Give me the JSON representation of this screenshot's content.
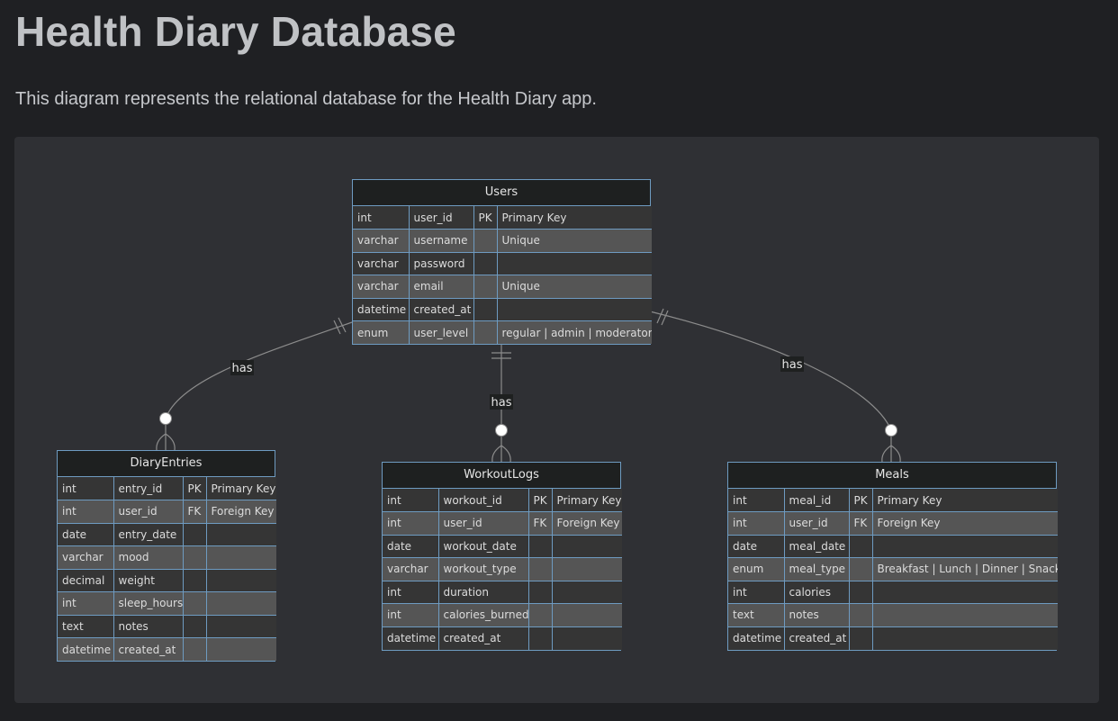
{
  "page": {
    "title": "Health Diary Database",
    "description": "This diagram represents the relational database for the Health Diary app."
  },
  "entities": {
    "users": {
      "name": "Users",
      "rows": [
        {
          "type": "int",
          "field": "user_id",
          "key": "PK",
          "note": "Primary Key"
        },
        {
          "type": "varchar",
          "field": "username",
          "key": "",
          "note": "Unique"
        },
        {
          "type": "varchar",
          "field": "password",
          "key": "",
          "note": ""
        },
        {
          "type": "varchar",
          "field": "email",
          "key": "",
          "note": "Unique"
        },
        {
          "type": "datetime",
          "field": "created_at",
          "key": "",
          "note": ""
        },
        {
          "type": "enum",
          "field": "user_level",
          "key": "",
          "note": "regular | admin | moderator"
        }
      ]
    },
    "diary": {
      "name": "DiaryEntries",
      "rows": [
        {
          "type": "int",
          "field": "entry_id",
          "key": "PK",
          "note": "Primary Key"
        },
        {
          "type": "int",
          "field": "user_id",
          "key": "FK",
          "note": "Foreign Key"
        },
        {
          "type": "date",
          "field": "entry_date",
          "key": "",
          "note": ""
        },
        {
          "type": "varchar",
          "field": "mood",
          "key": "",
          "note": ""
        },
        {
          "type": "decimal",
          "field": "weight",
          "key": "",
          "note": ""
        },
        {
          "type": "int",
          "field": "sleep_hours",
          "key": "",
          "note": ""
        },
        {
          "type": "text",
          "field": "notes",
          "key": "",
          "note": ""
        },
        {
          "type": "datetime",
          "field": "created_at",
          "key": "",
          "note": ""
        }
      ]
    },
    "workouts": {
      "name": "WorkoutLogs",
      "rows": [
        {
          "type": "int",
          "field": "workout_id",
          "key": "PK",
          "note": "Primary Key"
        },
        {
          "type": "int",
          "field": "user_id",
          "key": "FK",
          "note": "Foreign Key"
        },
        {
          "type": "date",
          "field": "workout_date",
          "key": "",
          "note": ""
        },
        {
          "type": "varchar",
          "field": "workout_type",
          "key": "",
          "note": ""
        },
        {
          "type": "int",
          "field": "duration",
          "key": "",
          "note": ""
        },
        {
          "type": "int",
          "field": "calories_burned",
          "key": "",
          "note": ""
        },
        {
          "type": "datetime",
          "field": "created_at",
          "key": "",
          "note": ""
        }
      ]
    },
    "meals": {
      "name": "Meals",
      "rows": [
        {
          "type": "int",
          "field": "meal_id",
          "key": "PK",
          "note": "Primary Key"
        },
        {
          "type": "int",
          "field": "user_id",
          "key": "FK",
          "note": "Foreign Key"
        },
        {
          "type": "date",
          "field": "meal_date",
          "key": "",
          "note": ""
        },
        {
          "type": "enum",
          "field": "meal_type",
          "key": "",
          "note": "Breakfast | Lunch | Dinner | Snack"
        },
        {
          "type": "int",
          "field": "calories",
          "key": "",
          "note": ""
        },
        {
          "type": "text",
          "field": "notes",
          "key": "",
          "note": ""
        },
        {
          "type": "datetime",
          "field": "created_at",
          "key": "",
          "note": ""
        }
      ]
    }
  },
  "relationships": [
    {
      "id": "users-diary",
      "label": "has",
      "from_cardinality": "exactly-one",
      "to_cardinality": "zero-or-many"
    },
    {
      "id": "users-workouts",
      "label": "has",
      "from_cardinality": "exactly-one",
      "to_cardinality": "zero-or-many"
    },
    {
      "id": "users-meals",
      "label": "has",
      "from_cardinality": "exactly-one",
      "to_cardinality": "zero-or-many"
    }
  ]
}
